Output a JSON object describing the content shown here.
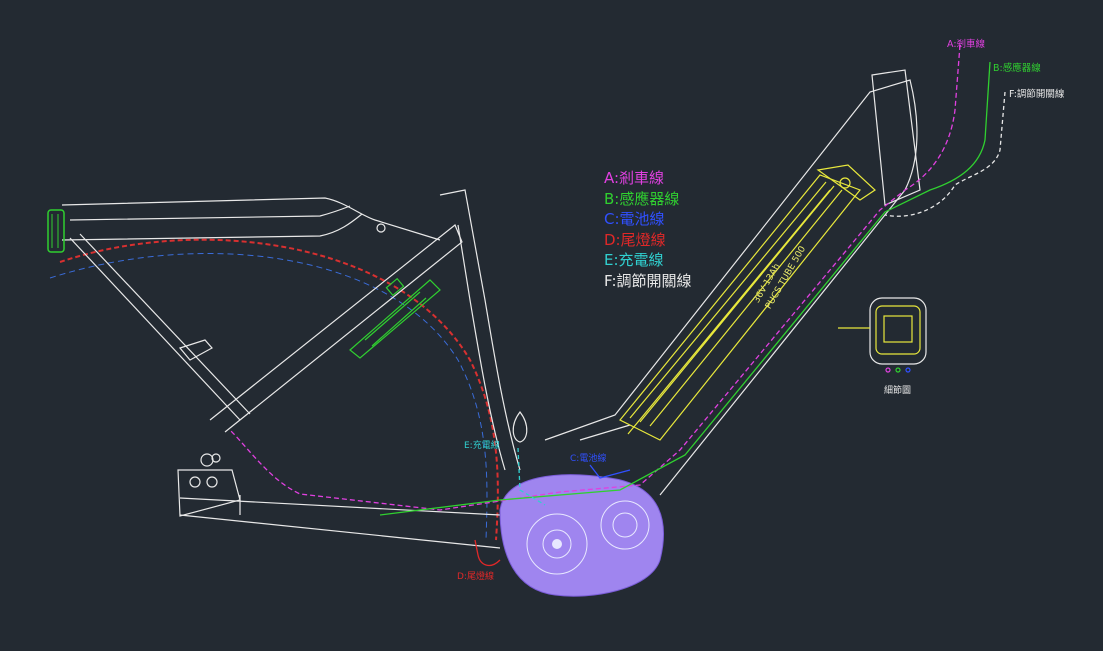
{
  "colors": {
    "background": "#232a32",
    "frame": "#e8e8e8",
    "brake": "#e040e0",
    "sensor": "#30d030",
    "battery": "#3050ff",
    "taillight": "#e02828",
    "charge": "#30d0d0",
    "switch": "#e8e8e8",
    "battery_pack": "#e8e83c",
    "motor": "#9f85ef"
  },
  "legend": [
    {
      "key": "brake",
      "text": "A:剎車線"
    },
    {
      "key": "sensor",
      "text": "B:感應器線"
    },
    {
      "key": "battery",
      "text": "C:電池線"
    },
    {
      "key": "taillight",
      "text": "D:尾燈線"
    },
    {
      "key": "charge",
      "text": "E:充電線"
    },
    {
      "key": "switch",
      "text": "F:調節開關線"
    }
  ],
  "top_labels": {
    "brake": "A:剎車線",
    "sensor": "B:感應器線",
    "switch": "F:調節開關線"
  },
  "callouts": {
    "charge": "E:充電線",
    "battery": "C:電池線",
    "taillight": "D:尾燈線"
  },
  "detail_label": "細節圖",
  "battery_text": [
    "36V·13Ah",
    "PUCS TUBE 500"
  ]
}
